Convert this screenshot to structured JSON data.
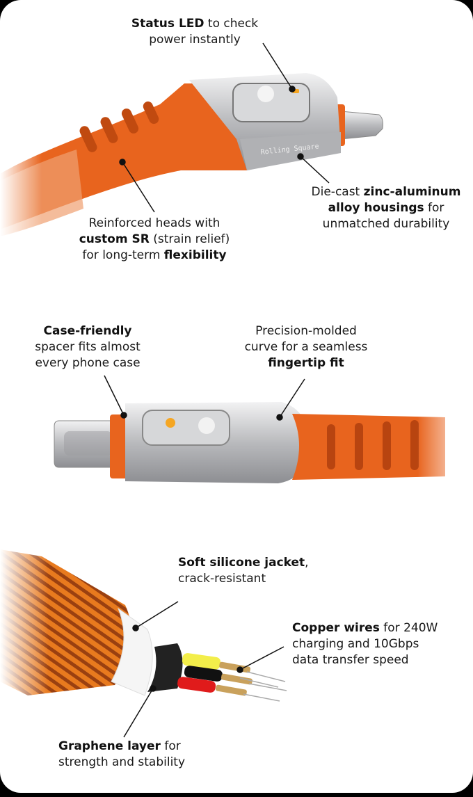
{
  "brand_engraving": "Rolling Square",
  "colors": {
    "orange": "#e8641e",
    "metal": "#c9cacc",
    "led": "#f5a623",
    "background": "#ffffff"
  },
  "callouts": {
    "status_led": {
      "bold1": "Status LED",
      "rest1": " to check",
      "line2": "power instantly"
    },
    "reinforced": {
      "line1": "Reinforced heads with",
      "bold2": "custom SR",
      "rest2": " (strain relief)",
      "pre3": "for long-term ",
      "bold3": "flexibility"
    },
    "diecast": {
      "pre1": "Die-cast ",
      "bold1": "zinc-aluminum",
      "bold2": "alloy housings",
      "rest2": " for",
      "line3": "unmatched durability"
    },
    "case_friendly": {
      "bold1": "Case-friendly",
      "line2": "spacer fits almost",
      "line3": "every phone case"
    },
    "precision": {
      "line1": "Precision-molded",
      "line2": "curve for a seamless",
      "bold3": "fingertip fit"
    },
    "silicone": {
      "bold1": "Soft silicone jacket",
      "rest1": ",",
      "line2": "crack-resistant"
    },
    "copper": {
      "bold1": "Copper wires",
      "rest1": " for 240W",
      "line2": "charging and 10Gbps",
      "line3": "data transfer speed"
    },
    "graphene": {
      "bold1": "Graphene layer",
      "rest1": " for",
      "line2": "strength and stability"
    }
  }
}
